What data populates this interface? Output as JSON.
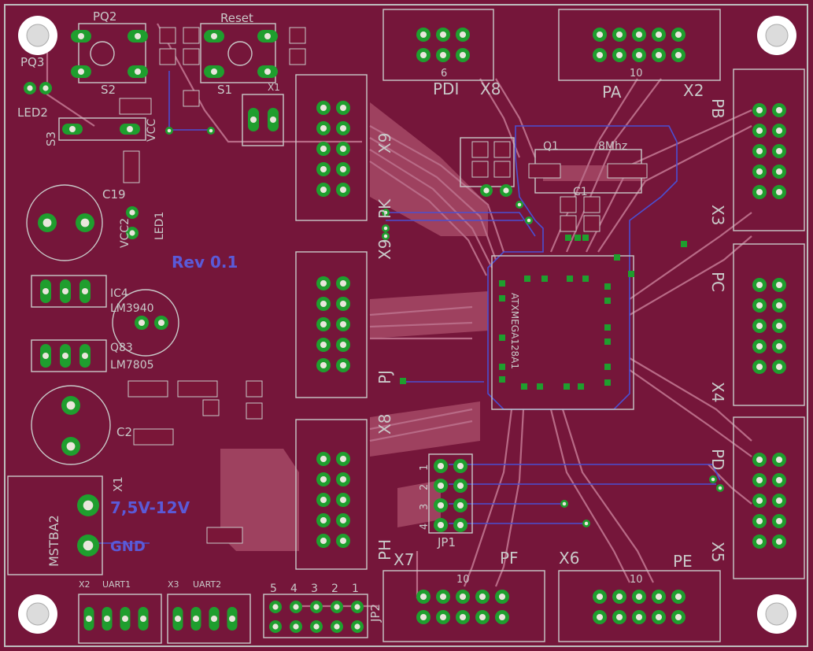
{
  "colors": {
    "board": "#75163a",
    "border": "#bdbdbd",
    "pad": "#1f9e2e",
    "silk": "#c9c9c9",
    "bottom_text": "#5a5ad8"
  },
  "labels": {
    "pq2": "PQ2",
    "reset": "Reset",
    "pq3": "PQ3",
    "led2": "LED2",
    "s2": "S2",
    "s1": "S1",
    "s3": "S3",
    "vcc": "VCC",
    "x1_top": "X1",
    "c19": "C19",
    "vcc2": "VCC2",
    "led1": "LED1",
    "rev": "Rev 0.1",
    "ic4": "IC4",
    "lm3940": "LM3940",
    "q83": "Q83",
    "lm7805": "LM7805",
    "c2": "C2",
    "mstba2": "MSTBA2",
    "voltage": "7,5V-12V",
    "gnd": "GND",
    "x1_left": "X1",
    "x2_uart": "X2",
    "uart1": "UART1",
    "x3_uart": "X3",
    "uart2": "UART2",
    "jp2": "JP2",
    "jp1": "JP1",
    "pdi": "PDI",
    "x8_top": "X8",
    "pa": "PA",
    "x2_top": "X2",
    "pb": "PB",
    "x3_right": "X3",
    "pc": "PC",
    "x4": "X4",
    "pd": "PD",
    "x5": "X5",
    "pe": "PE",
    "x6": "X6",
    "pf": "PF",
    "x7": "X7",
    "pk": "PK",
    "x9": "X9",
    "pj": "PJ",
    "x8_left": "X8",
    "ph": "PH",
    "q1": "Q1",
    "mhz": "8Mhz",
    "c1": "C1",
    "mcu": "ATXMEGA128A1",
    "ten": "10",
    "six": "6",
    "jp2_5": "5",
    "jp2_4": "4",
    "jp2_3": "3",
    "jp2_2": "2",
    "jp2_1": "1",
    "jp1_1": "1",
    "jp1_2": "2",
    "jp1_3": "3",
    "jp1_4": "4",
    "pin1": "1",
    "pin2": "2"
  }
}
